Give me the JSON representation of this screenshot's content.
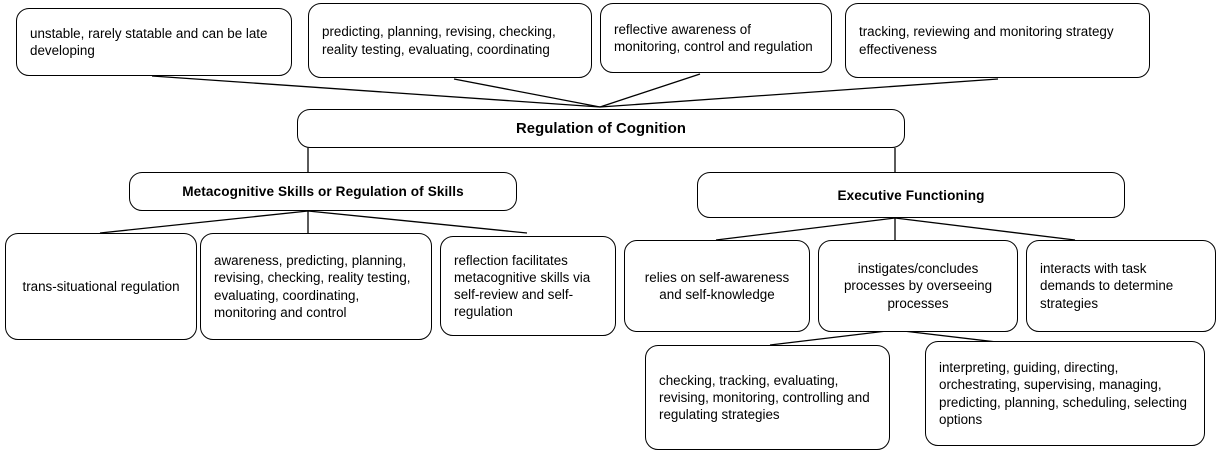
{
  "diagram": {
    "title": "Regulation of Cognition",
    "type": "hierarchy-tree",
    "stroke_color": "#000000",
    "fill_color": "#ffffff",
    "nodes": {
      "root": {
        "label": "Regulation of Cognition",
        "role": "root"
      },
      "branch_left": {
        "label": "Metacognitive Skills or Regulation of Skills",
        "role": "branch"
      },
      "branch_right": {
        "label": "Executive Functioning",
        "role": "branch"
      },
      "root_attributes": [
        {
          "label": "unstable, rarely statable and can be late developing"
        },
        {
          "label": "predicting, planning, revising, checking, reality testing, evaluating, coordinating"
        },
        {
          "label": "reflective awareness of monitoring, control and regulation"
        },
        {
          "label": "tracking, reviewing and monitoring strategy effectiveness"
        }
      ],
      "left_children": [
        {
          "label": "trans-situational regulation"
        },
        {
          "label": "awareness, predicting, planning, revising, checking, reality testing, evaluating, coordinating, monitoring and control"
        },
        {
          "label": "reflection facilitates metacognitive skills via self-review and self-regulation"
        }
      ],
      "right_children": [
        {
          "label": "relies on self-awareness and self-knowledge"
        },
        {
          "label": "instigates/concludes processes by overseeing processes"
        },
        {
          "label": "interacts with task demands to determine strategies"
        }
      ],
      "exec_sub_children": [
        {
          "label": "checking, tracking, evaluating, revising, monitoring, controlling and regulating strategies"
        },
        {
          "label": "interpreting, guiding, directing, orchestrating, supervising, managing, predicting, planning, scheduling, selecting options"
        }
      ]
    }
  }
}
